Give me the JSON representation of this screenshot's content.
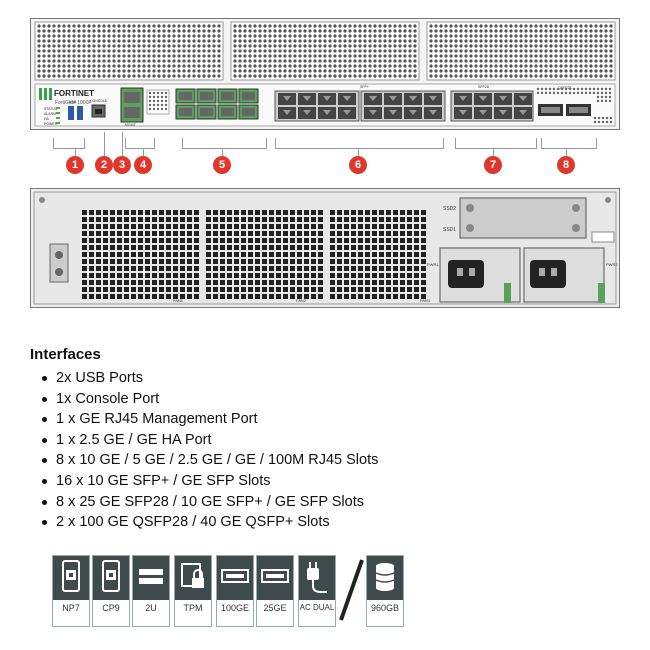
{
  "front_panel": {
    "brand": "FORTINET",
    "model": "FortiGate 1000F",
    "led_labels": [
      "STATUS",
      "ALARM",
      "HA",
      "POWER"
    ],
    "usb_label": "USB",
    "console_label": "CONSOLE",
    "mgmt_label": "MGMT",
    "ha_label": "HA",
    "sfp_group_label": "SFP+",
    "sfp28_group_label": "SFP28",
    "qsfp_group_label": "QSFP28"
  },
  "callouts": [
    "1",
    "2",
    "3",
    "4",
    "5",
    "6",
    "7",
    "8"
  ],
  "rear_panel": {
    "ssd_labels": [
      "SSD2",
      "SSD1"
    ],
    "psu_labels": [
      "PWR1",
      "PWR2"
    ],
    "fan_labels": [
      "FAN1",
      "FAN2",
      "FAN3"
    ]
  },
  "interfaces": {
    "title": "Interfaces",
    "items": [
      "2x USB Ports",
      "1x Console Port",
      "1 x GE RJ45 Management Port",
      "1 x 2.5 GE / GE HA Port",
      "8 x 10 GE / 5 GE / 2.5 GE / GE / 100M RJ45 Slots",
      "16 x 10 GE SFP+ / GE SFP Slots",
      "8 x 25 GE SFP28 / 10 GE SFP+ / GE SFP Slots",
      "2 x 100 GE QSFP28 / 40 GE QSFP+ Slots"
    ]
  },
  "features": [
    {
      "label": "NP7",
      "icon": "chip-icon"
    },
    {
      "label": "CP9",
      "icon": "chip-icon"
    },
    {
      "label": "2U",
      "icon": "rack-2u-icon"
    },
    {
      "label": "TPM",
      "icon": "lock-icon"
    },
    {
      "label": "100GE",
      "icon": "port-icon"
    },
    {
      "label": "25GE",
      "icon": "port-icon"
    },
    {
      "label": "AC DUAL",
      "icon": "power-plug-icon"
    },
    {
      "label": "960GB",
      "icon": "storage-icon"
    }
  ],
  "colors": {
    "callout": "#e0372c",
    "icon_bg": "#3f4a4d",
    "port_green": "#5aa25a",
    "fortinet_green": "#3aa14a"
  }
}
